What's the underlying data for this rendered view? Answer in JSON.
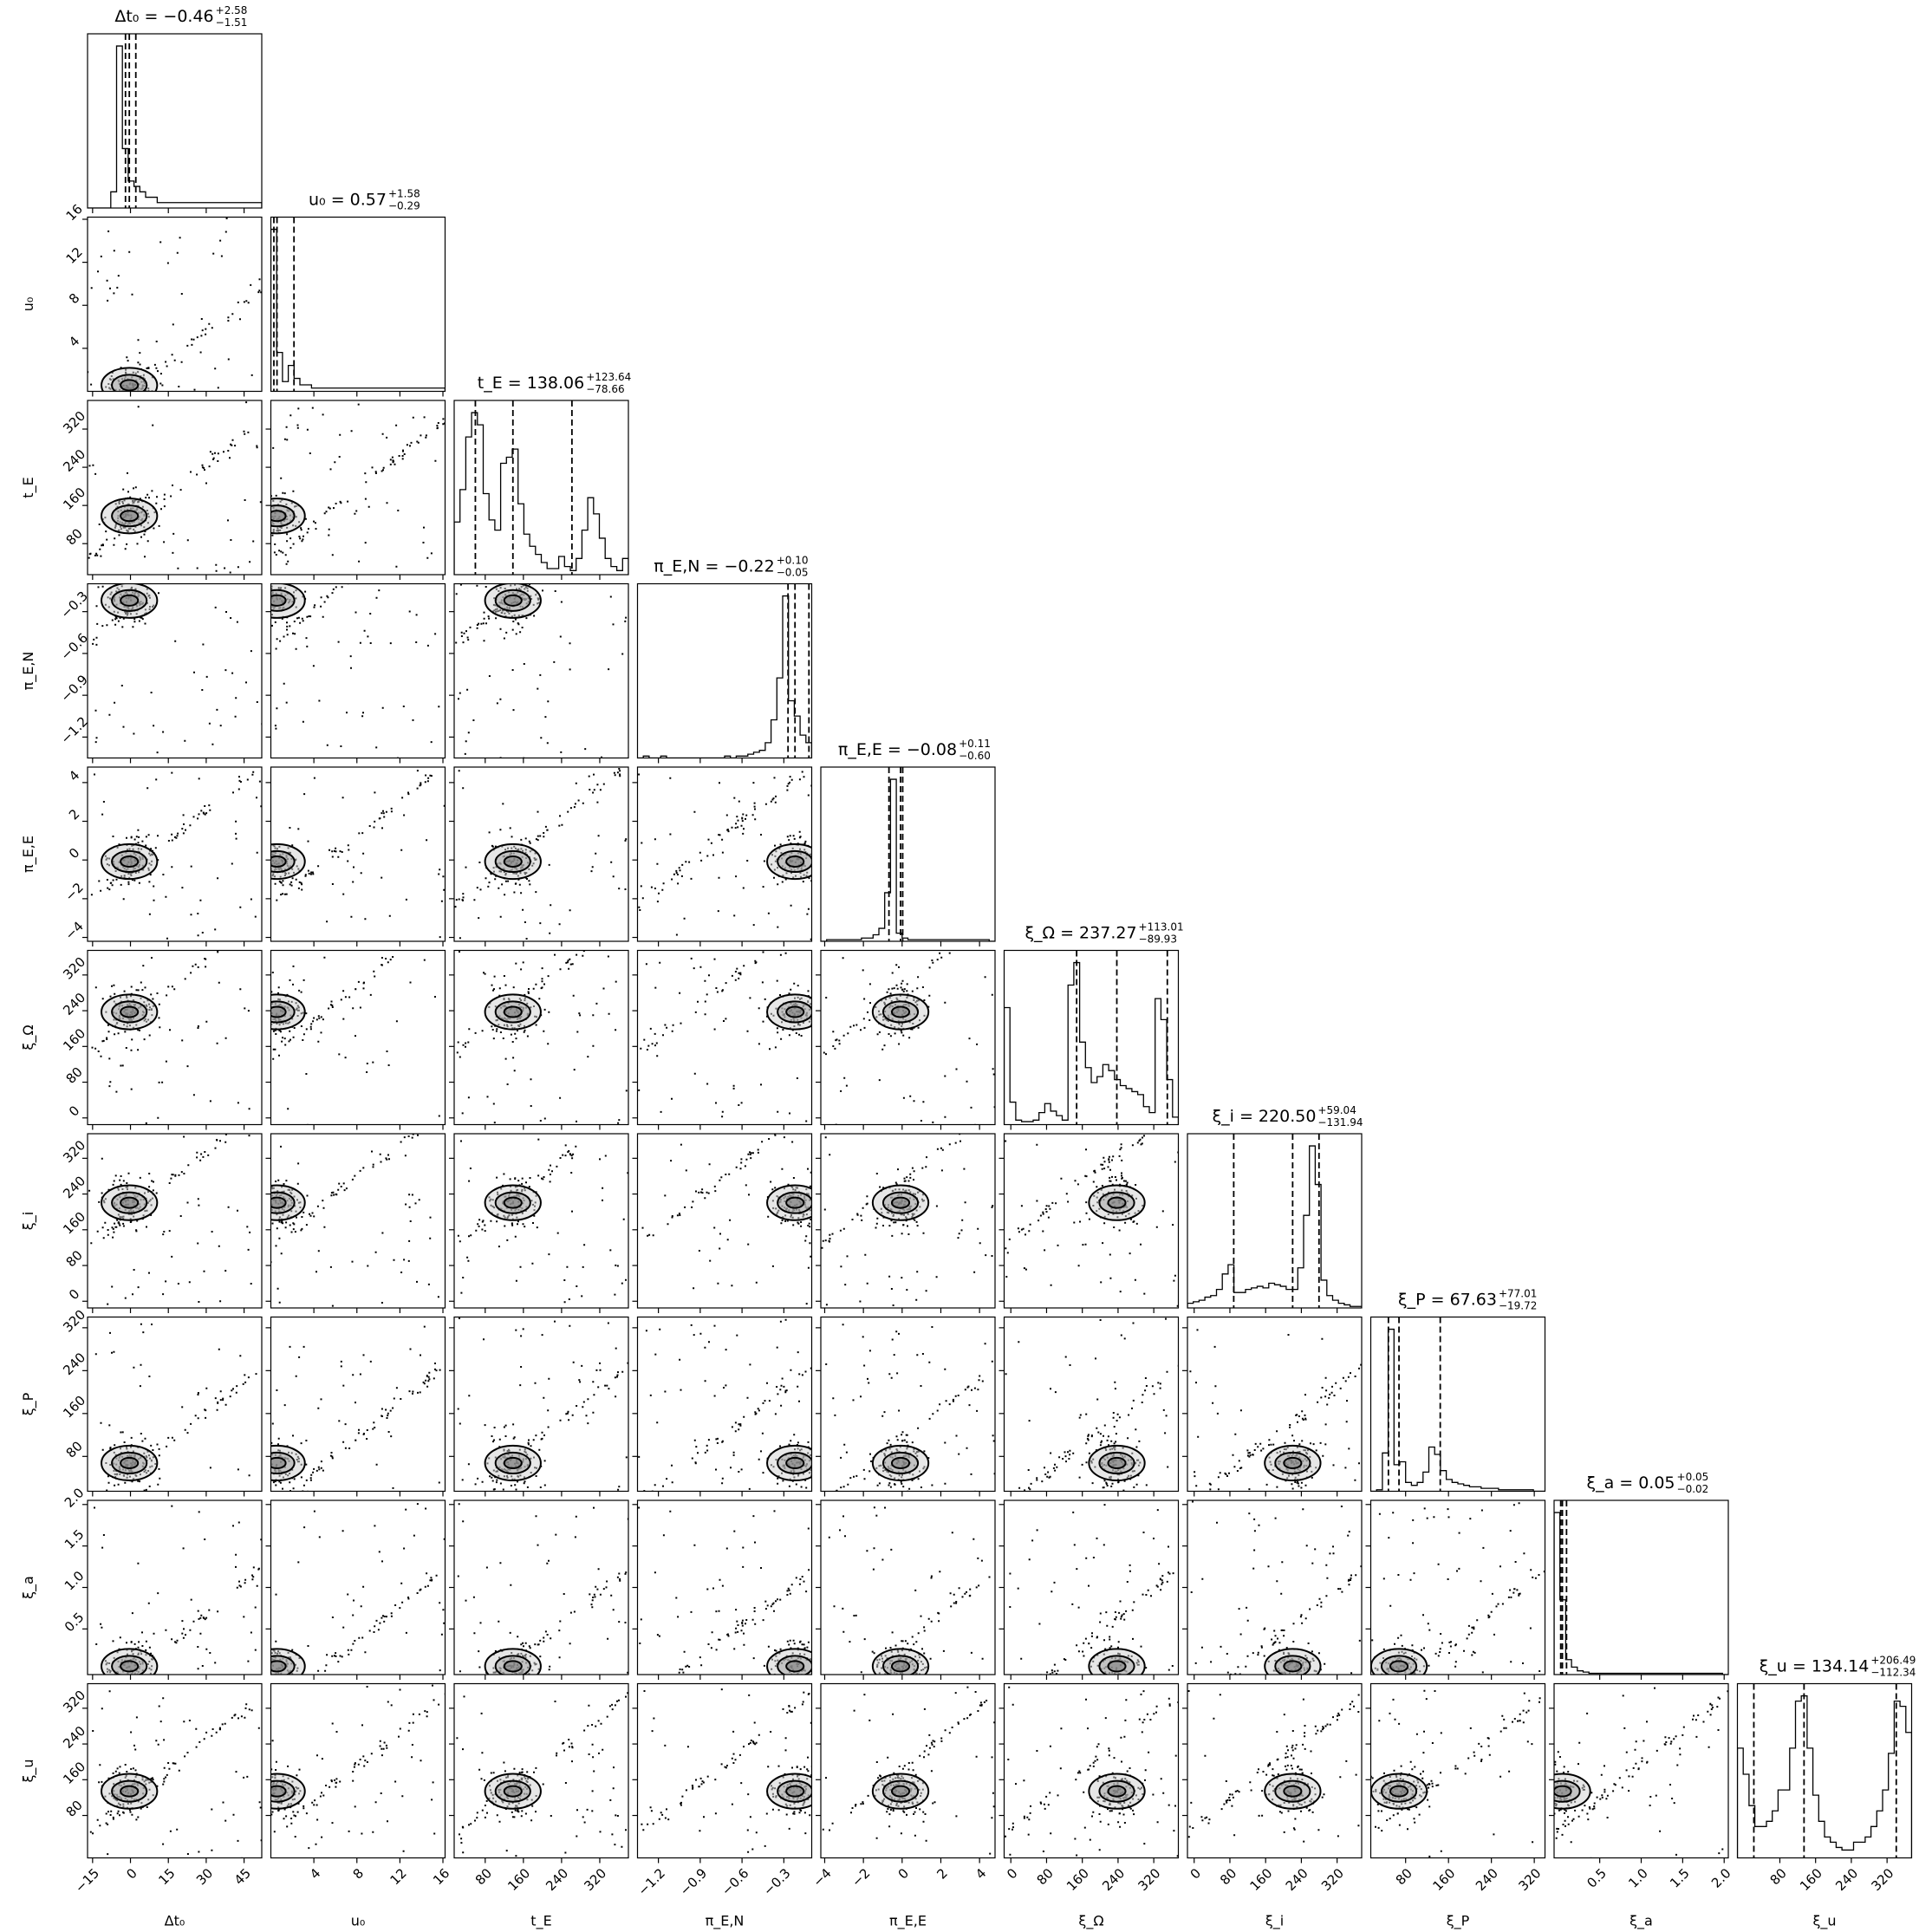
{
  "chart_data": {
    "type": "corner",
    "params": [
      {
        "key": "dt0",
        "label": "Δt₀",
        "title": "Δt₀ = −0.46",
        "title_sup": "+2.58",
        "title_sub": "−1.51",
        "range": [
          -17,
          52
        ],
        "ticks": [
          -15,
          0,
          15,
          30,
          45
        ],
        "tick_labels": [
          "−15",
          "0",
          "15",
          "30",
          "45"
        ],
        "quantiles": [
          -1.97,
          -0.46,
          2.12
        ],
        "hist": [
          0,
          0,
          0,
          0,
          3,
          30,
          11,
          5,
          4,
          3,
          2,
          2,
          1,
          1,
          1,
          1,
          1,
          1,
          1,
          1,
          1,
          1,
          1,
          1,
          1,
          1,
          1,
          1,
          1,
          1
        ]
      },
      {
        "key": "u0",
        "label": "u₀",
        "title": "u₀ = 0.57",
        "title_sup": "+1.58",
        "title_sub": "−0.29",
        "range": [
          0,
          16.2
        ],
        "ticks": [
          4,
          8,
          12,
          16
        ],
        "tick_labels": [
          "4",
          "8",
          "12",
          "16"
        ],
        "quantiles": [
          0.28,
          0.57,
          2.15
        ],
        "hist": [
          50,
          12,
          3,
          8,
          4,
          2,
          2,
          1,
          1,
          1,
          1,
          1,
          1,
          1,
          1,
          1,
          1,
          1,
          1,
          1,
          1,
          1,
          1,
          1,
          1,
          1,
          1,
          1,
          1,
          1
        ]
      },
      {
        "key": "tE",
        "label": "t_E",
        "title": "t_E = 138.06",
        "title_sup": "+123.64",
        "title_sub": "−78.66",
        "range": [
          15,
          380
        ],
        "ticks": [
          80,
          160,
          240,
          320
        ],
        "tick_labels": [
          "80",
          "160",
          "240",
          "320"
        ],
        "quantiles": [
          59.4,
          138.06,
          261.7
        ],
        "hist": [
          26,
          42,
          68,
          80,
          74,
          40,
          27,
          22,
          55,
          58,
          62,
          35,
          20,
          14,
          10,
          6,
          3,
          3,
          9,
          4,
          2,
          8,
          22,
          38,
          30,
          18,
          8,
          4,
          2,
          8
        ]
      },
      {
        "key": "piEN",
        "label": "π_E,N",
        "title": "π_E,N = −0.22",
        "title_sup": "+0.10",
        "title_sub": "−0.05",
        "range": [
          -1.35,
          -0.1
        ],
        "ticks": [
          -1.2,
          -0.9,
          -0.6,
          -0.3
        ],
        "tick_labels": [
          "−1.2",
          "−0.9",
          "−0.6",
          "−0.3"
        ],
        "quantiles": [
          -0.27,
          -0.22,
          -0.12
        ],
        "hist": [
          0,
          1,
          0,
          0,
          1,
          0,
          0,
          0,
          0,
          0,
          0,
          0,
          0,
          0,
          0,
          1,
          0,
          1,
          1,
          2,
          3,
          4,
          8,
          20,
          42,
          85,
          30,
          22,
          12,
          8
        ]
      },
      {
        "key": "piEE",
        "label": "π_E,E",
        "title": "π_E,E = −0.08",
        "title_sup": "+0.11",
        "title_sub": "−0.60",
        "range": [
          -4.2,
          4.8
        ],
        "ticks": [
          -4,
          -2,
          0,
          2,
          4
        ],
        "tick_labels": [
          "−4",
          "−2",
          "0",
          "2",
          "4"
        ],
        "quantiles": [
          -0.68,
          -0.08,
          0.03
        ],
        "hist": [
          0,
          1,
          1,
          1,
          1,
          1,
          1,
          2,
          2,
          4,
          8,
          30,
          100,
          5,
          2,
          1,
          1,
          1,
          1,
          1,
          1,
          1,
          1,
          1,
          1,
          1,
          1,
          1,
          1,
          0
        ]
      },
      {
        "key": "xiOmega",
        "label": "ξ_Ω",
        "title": "ξ_Ω = 237.27",
        "title_sup": "+113.01",
        "title_sub": "−89.93",
        "range": [
          -15,
          375
        ],
        "ticks": [
          0,
          80,
          160,
          240,
          320
        ],
        "tick_labels": [
          "0",
          "80",
          "160",
          "240",
          "320"
        ],
        "quantiles": [
          147.3,
          237.27,
          350.3
        ],
        "hist": [
          78,
          15,
          3,
          2,
          2,
          3,
          8,
          14,
          9,
          6,
          3,
          93,
          108,
          55,
          38,
          28,
          32,
          40,
          36,
          30,
          26,
          24,
          22,
          20,
          12,
          8,
          84,
          70,
          30,
          5
        ]
      },
      {
        "key": "xii",
        "label": "ξ_i",
        "title": "ξ_i = 220.50",
        "title_sup": "+59.04",
        "title_sub": "−131.94",
        "range": [
          -15,
          375
        ],
        "ticks": [
          0,
          80,
          160,
          240,
          320
        ],
        "tick_labels": [
          "0",
          "80",
          "160",
          "240",
          "320"
        ],
        "quantiles": [
          88.6,
          220.5,
          279.5
        ],
        "hist": [
          3,
          4,
          5,
          7,
          8,
          12,
          22,
          28,
          10,
          10,
          12,
          13,
          14,
          13,
          16,
          15,
          14,
          12,
          12,
          26,
          60,
          105,
          80,
          18,
          8,
          5,
          3,
          2,
          1,
          1
        ]
      },
      {
        "key": "xiP",
        "label": "ξ_P",
        "title": "ξ_P = 67.63",
        "title_sup": "+77.01",
        "title_sub": "−19.72",
        "range": [
          15,
          340
        ],
        "ticks": [
          80,
          160,
          240,
          320
        ],
        "tick_labels": [
          "80",
          "160",
          "240",
          "320"
        ],
        "quantiles": [
          47.9,
          67.63,
          144.6
        ],
        "hist": [
          0,
          1,
          26,
          110,
          18,
          20,
          6,
          4,
          6,
          13,
          30,
          25,
          14,
          8,
          6,
          5,
          4,
          3,
          3,
          2,
          2,
          2,
          1,
          1,
          1,
          1,
          1,
          1,
          0,
          0
        ]
      },
      {
        "key": "xia",
        "label": "ξ_a",
        "title": "ξ_a = 0.05",
        "title_sup": "+0.05",
        "title_sub": "−0.02",
        "range": [
          -0.05,
          2.05
        ],
        "ticks": [
          0.5,
          1.0,
          1.5,
          2.0
        ],
        "tick_labels": [
          "0.5",
          "1.0",
          "1.5",
          "2.0"
        ],
        "quantiles": [
          0.03,
          0.05,
          0.1
        ],
        "hist": [
          130,
          60,
          12,
          6,
          3,
          2,
          1,
          1,
          1,
          1,
          1,
          1,
          1,
          1,
          1,
          1,
          1,
          1,
          1,
          1,
          1,
          1,
          1,
          1,
          1,
          1,
          1,
          1,
          1,
          0
        ]
      },
      {
        "key": "xiu",
        "label": "ξ_u",
        "title": "ξ_u = 134.14",
        "title_sup": "+206.49",
        "title_sub": "−112.34",
        "range": [
          -15,
          375
        ],
        "ticks": [
          80,
          160,
          240,
          320
        ],
        "tick_labels": [
          "80",
          "160",
          "240",
          "320"
        ],
        "quantiles": [
          21.8,
          134.14,
          340.6
        ],
        "hist": [
          42,
          32,
          20,
          12,
          12,
          14,
          18,
          26,
          26,
          42,
          60,
          62,
          42,
          24,
          14,
          8,
          6,
          4,
          3,
          3,
          6,
          6,
          8,
          12,
          18,
          26,
          40,
          60,
          58,
          48
        ]
      }
    ],
    "grid": false,
    "legend": "none"
  }
}
